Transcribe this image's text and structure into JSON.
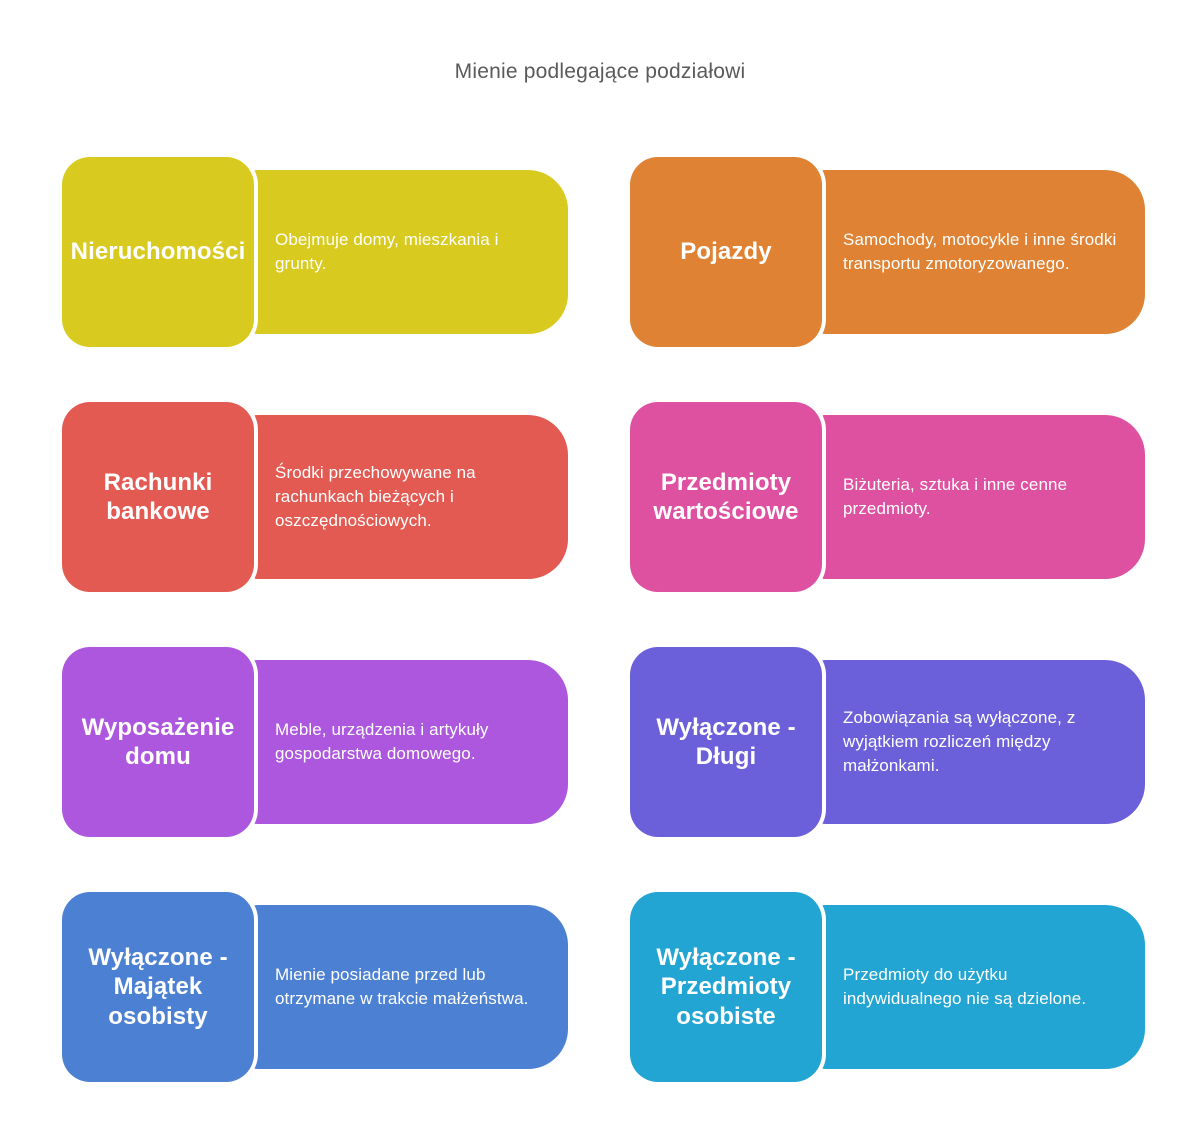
{
  "title": "Mienie podlegające podziałowi",
  "cards": [
    {
      "label": "Nieruchomości",
      "description": "Obejmuje domy, mieszkania i grunty.",
      "color": "#d8ca1f"
    },
    {
      "label": "Pojazdy",
      "description": "Samochody, motocykle i inne środki transportu zmotoryzowanego.",
      "color": "#df8233"
    },
    {
      "label": "Rachunki\nbankowe",
      "description": "Środki przechowywane na rachunkach bieżących i oszczędnościowych.",
      "color": "#e25a52"
    },
    {
      "label": "Przedmioty\nwartościowe",
      "description": "Biżuteria, sztuka i inne cenne przedmioty.",
      "color": "#de50a0"
    },
    {
      "label": "Wyposażenie\ndomu",
      "description": "Meble, urządzenia i artykuły gospodarstwa domowego.",
      "color": "#ac57dd"
    },
    {
      "label": "Wyłączone -\nDługi",
      "description": "Zobowiązania są wyłączone, z wyjątkiem rozliczeń między małżonkami.",
      "color": "#6b60da"
    },
    {
      "label": "Wyłączone -\nMajątek\nosobisty",
      "description": "Mienie posiadane przed lub otrzymane w trakcie małżeństwa.",
      "color": "#4c80d3"
    },
    {
      "label": "Wyłączone -\nPrzedmioty\nosobiste",
      "description": "Przedmioty do użytku indywidualnego nie są dzielone.",
      "color": "#22a5d3"
    }
  ]
}
